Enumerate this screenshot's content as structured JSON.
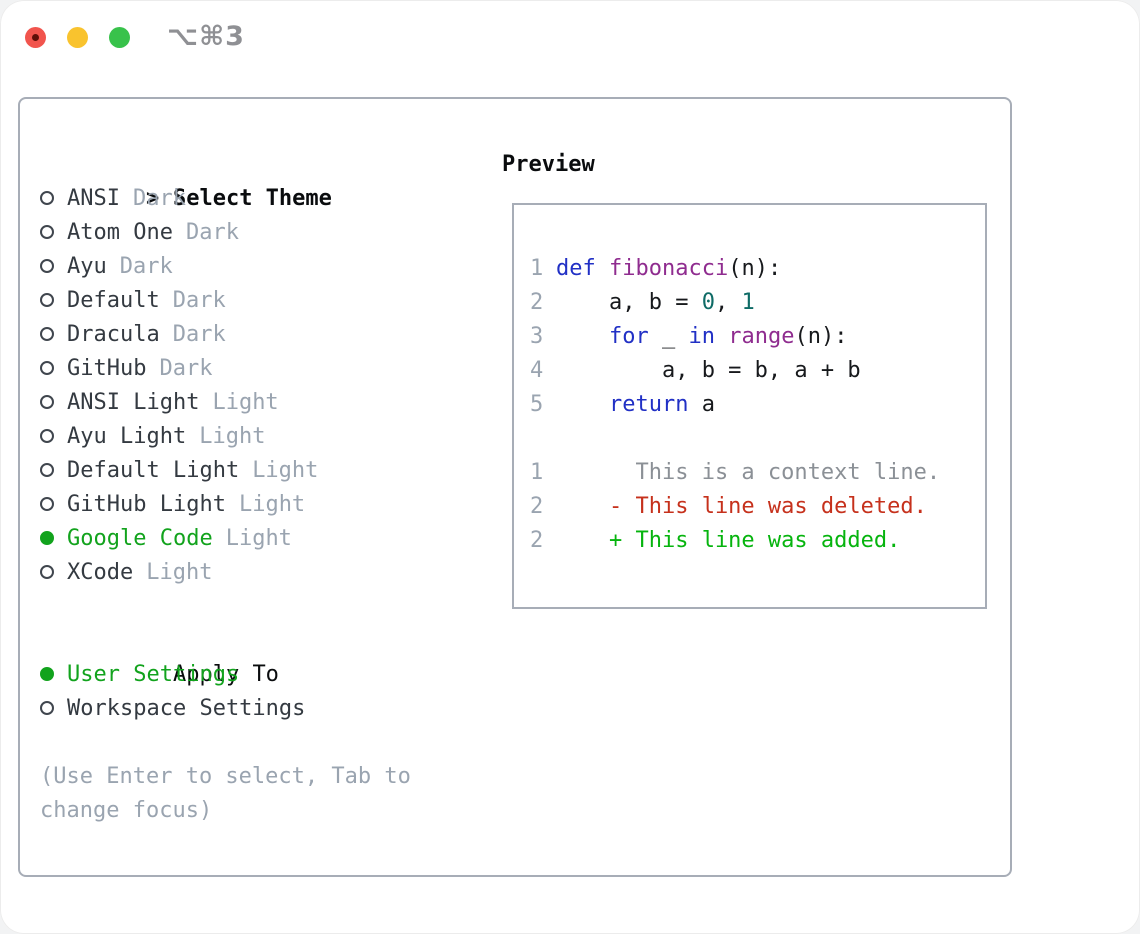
{
  "window": {
    "title": "⌥⌘3",
    "traffic_lights": [
      "close-button",
      "minimize-button",
      "zoom-button"
    ]
  },
  "colors": {
    "accent-green": "#12a31d",
    "muted": "#9aa4b0",
    "border": "#a7adb7",
    "kw": "#2130c5",
    "fn": "#8f2c8f",
    "lit": "#0e6b66",
    "plain": "#17191c",
    "ctx": "#8b9096",
    "del": "#c6311c",
    "add": "#06b40e",
    "tl-red": "#f1544d",
    "tl-red-dot": "#5e0f08",
    "tl-yellow": "#f9c32e",
    "tl-green": "#38c24b"
  },
  "theme_picker": {
    "prompt": ">",
    "title": "Select Theme",
    "items": [
      {
        "name": "ANSI",
        "variant": "Dark",
        "selected": false
      },
      {
        "name": "Atom One",
        "variant": "Dark",
        "selected": false
      },
      {
        "name": "Ayu",
        "variant": "Dark",
        "selected": false
      },
      {
        "name": "Default",
        "variant": "Dark",
        "selected": false
      },
      {
        "name": "Dracula",
        "variant": "Dark",
        "selected": false
      },
      {
        "name": "GitHub",
        "variant": "Dark",
        "selected": false
      },
      {
        "name": "ANSI Light",
        "variant": "Light",
        "selected": false
      },
      {
        "name": "Ayu Light",
        "variant": "Light",
        "selected": false
      },
      {
        "name": "Default Light",
        "variant": "Light",
        "selected": false
      },
      {
        "name": "GitHub Light",
        "variant": "Light",
        "selected": false
      },
      {
        "name": "Google Code",
        "variant": "Light",
        "selected": true
      },
      {
        "name": "XCode",
        "variant": "Light",
        "selected": false
      }
    ]
  },
  "apply_to": {
    "title": "Apply To",
    "options": [
      {
        "label": "User Settings",
        "selected": true
      },
      {
        "label": "Workspace Settings",
        "selected": false
      }
    ]
  },
  "hint_lines": [
    "(Use Enter to select, Tab to",
    "change focus)"
  ],
  "preview": {
    "title": "Preview",
    "code_lines": [
      {
        "num": "1",
        "segments": [
          {
            "t": "def",
            "c": "kw"
          },
          {
            "t": " "
          },
          {
            "t": "fibonacci",
            "c": "fn"
          },
          {
            "t": "(n):"
          }
        ]
      },
      {
        "num": "2",
        "segments": [
          {
            "t": "    a, b = "
          },
          {
            "t": "0",
            "c": "lit"
          },
          {
            "t": ", "
          },
          {
            "t": "1",
            "c": "lit"
          }
        ]
      },
      {
        "num": "3",
        "segments": [
          {
            "t": "    "
          },
          {
            "t": "for",
            "c": "kw"
          },
          {
            "t": " _ "
          },
          {
            "t": "in",
            "c": "kw"
          },
          {
            "t": " "
          },
          {
            "t": "range",
            "c": "fn"
          },
          {
            "t": "(n):"
          }
        ]
      },
      {
        "num": "4",
        "segments": [
          {
            "t": "        a, b = b, a + b"
          }
        ]
      },
      {
        "num": "5",
        "segments": [
          {
            "t": "    "
          },
          {
            "t": "return",
            "c": "kw"
          },
          {
            "t": " a"
          }
        ]
      }
    ],
    "diff_lines": [
      {
        "num": "1",
        "kind": "ctx",
        "content": "      This is a context line."
      },
      {
        "num": "2",
        "kind": "del",
        "content": "    - This line was deleted."
      },
      {
        "num": "2",
        "kind": "add",
        "content": "    + This line was added."
      }
    ]
  }
}
